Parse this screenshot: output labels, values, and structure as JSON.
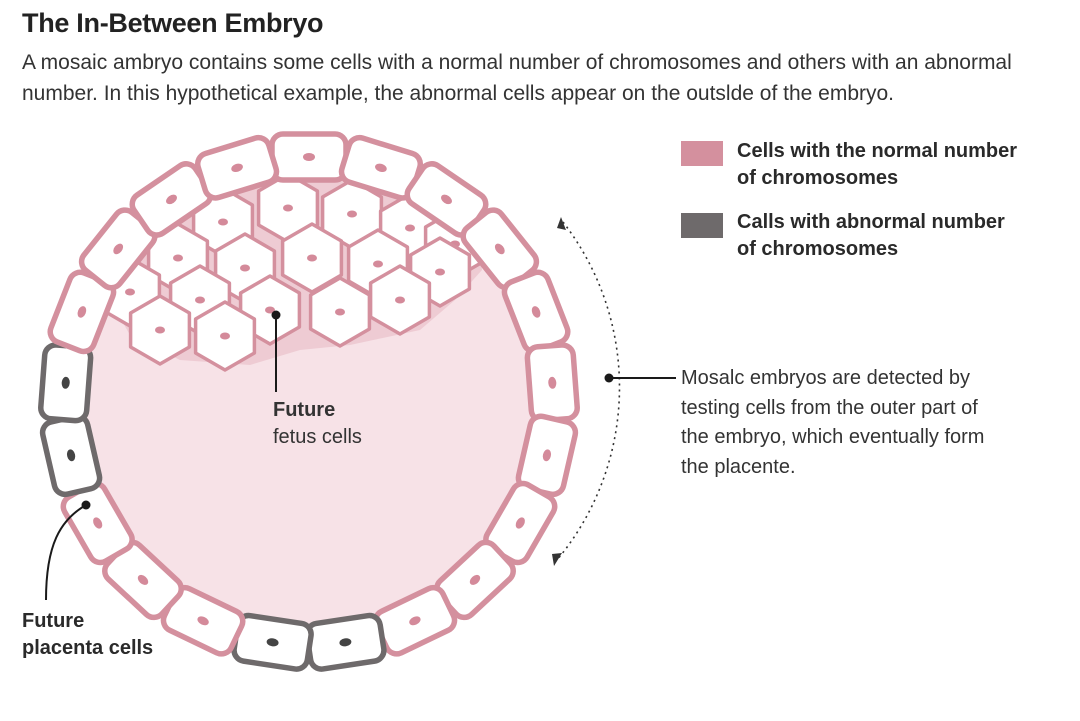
{
  "header": {
    "title": "The In-Between Embryo",
    "subtitle": "A mosaic ambryo contains some cells with a normal number of chromosomes and others with an abnormal number. In this hypothetical example, the abnormal cells appear on the outslde of the embryo."
  },
  "legend": {
    "normal": {
      "line1": "Cells with the normal number",
      "line2": "of chromosomes",
      "color": "#d4909e"
    },
    "abnormal": {
      "line1": "Calls with abnormal number",
      "line2": "of chromosomes",
      "color": "#6e6a6b"
    }
  },
  "annotation": {
    "line1": "Mosalc embryos are detected by",
    "line2": "testing cells from the outer part of",
    "line3": "the embryo, which eventually form",
    "line4": "the placente."
  },
  "labels": {
    "fetus": {
      "line1": "Future",
      "line2": "fetus cells"
    },
    "placenta": {
      "line1": "Future",
      "line2": "placenta cells"
    }
  },
  "colors": {
    "normal_cell_border": "#d4909e",
    "abnormal_cell_border": "#6e6a6b",
    "cavity_fill": "#f7e2e7",
    "nucleus": "#d48a9a"
  }
}
